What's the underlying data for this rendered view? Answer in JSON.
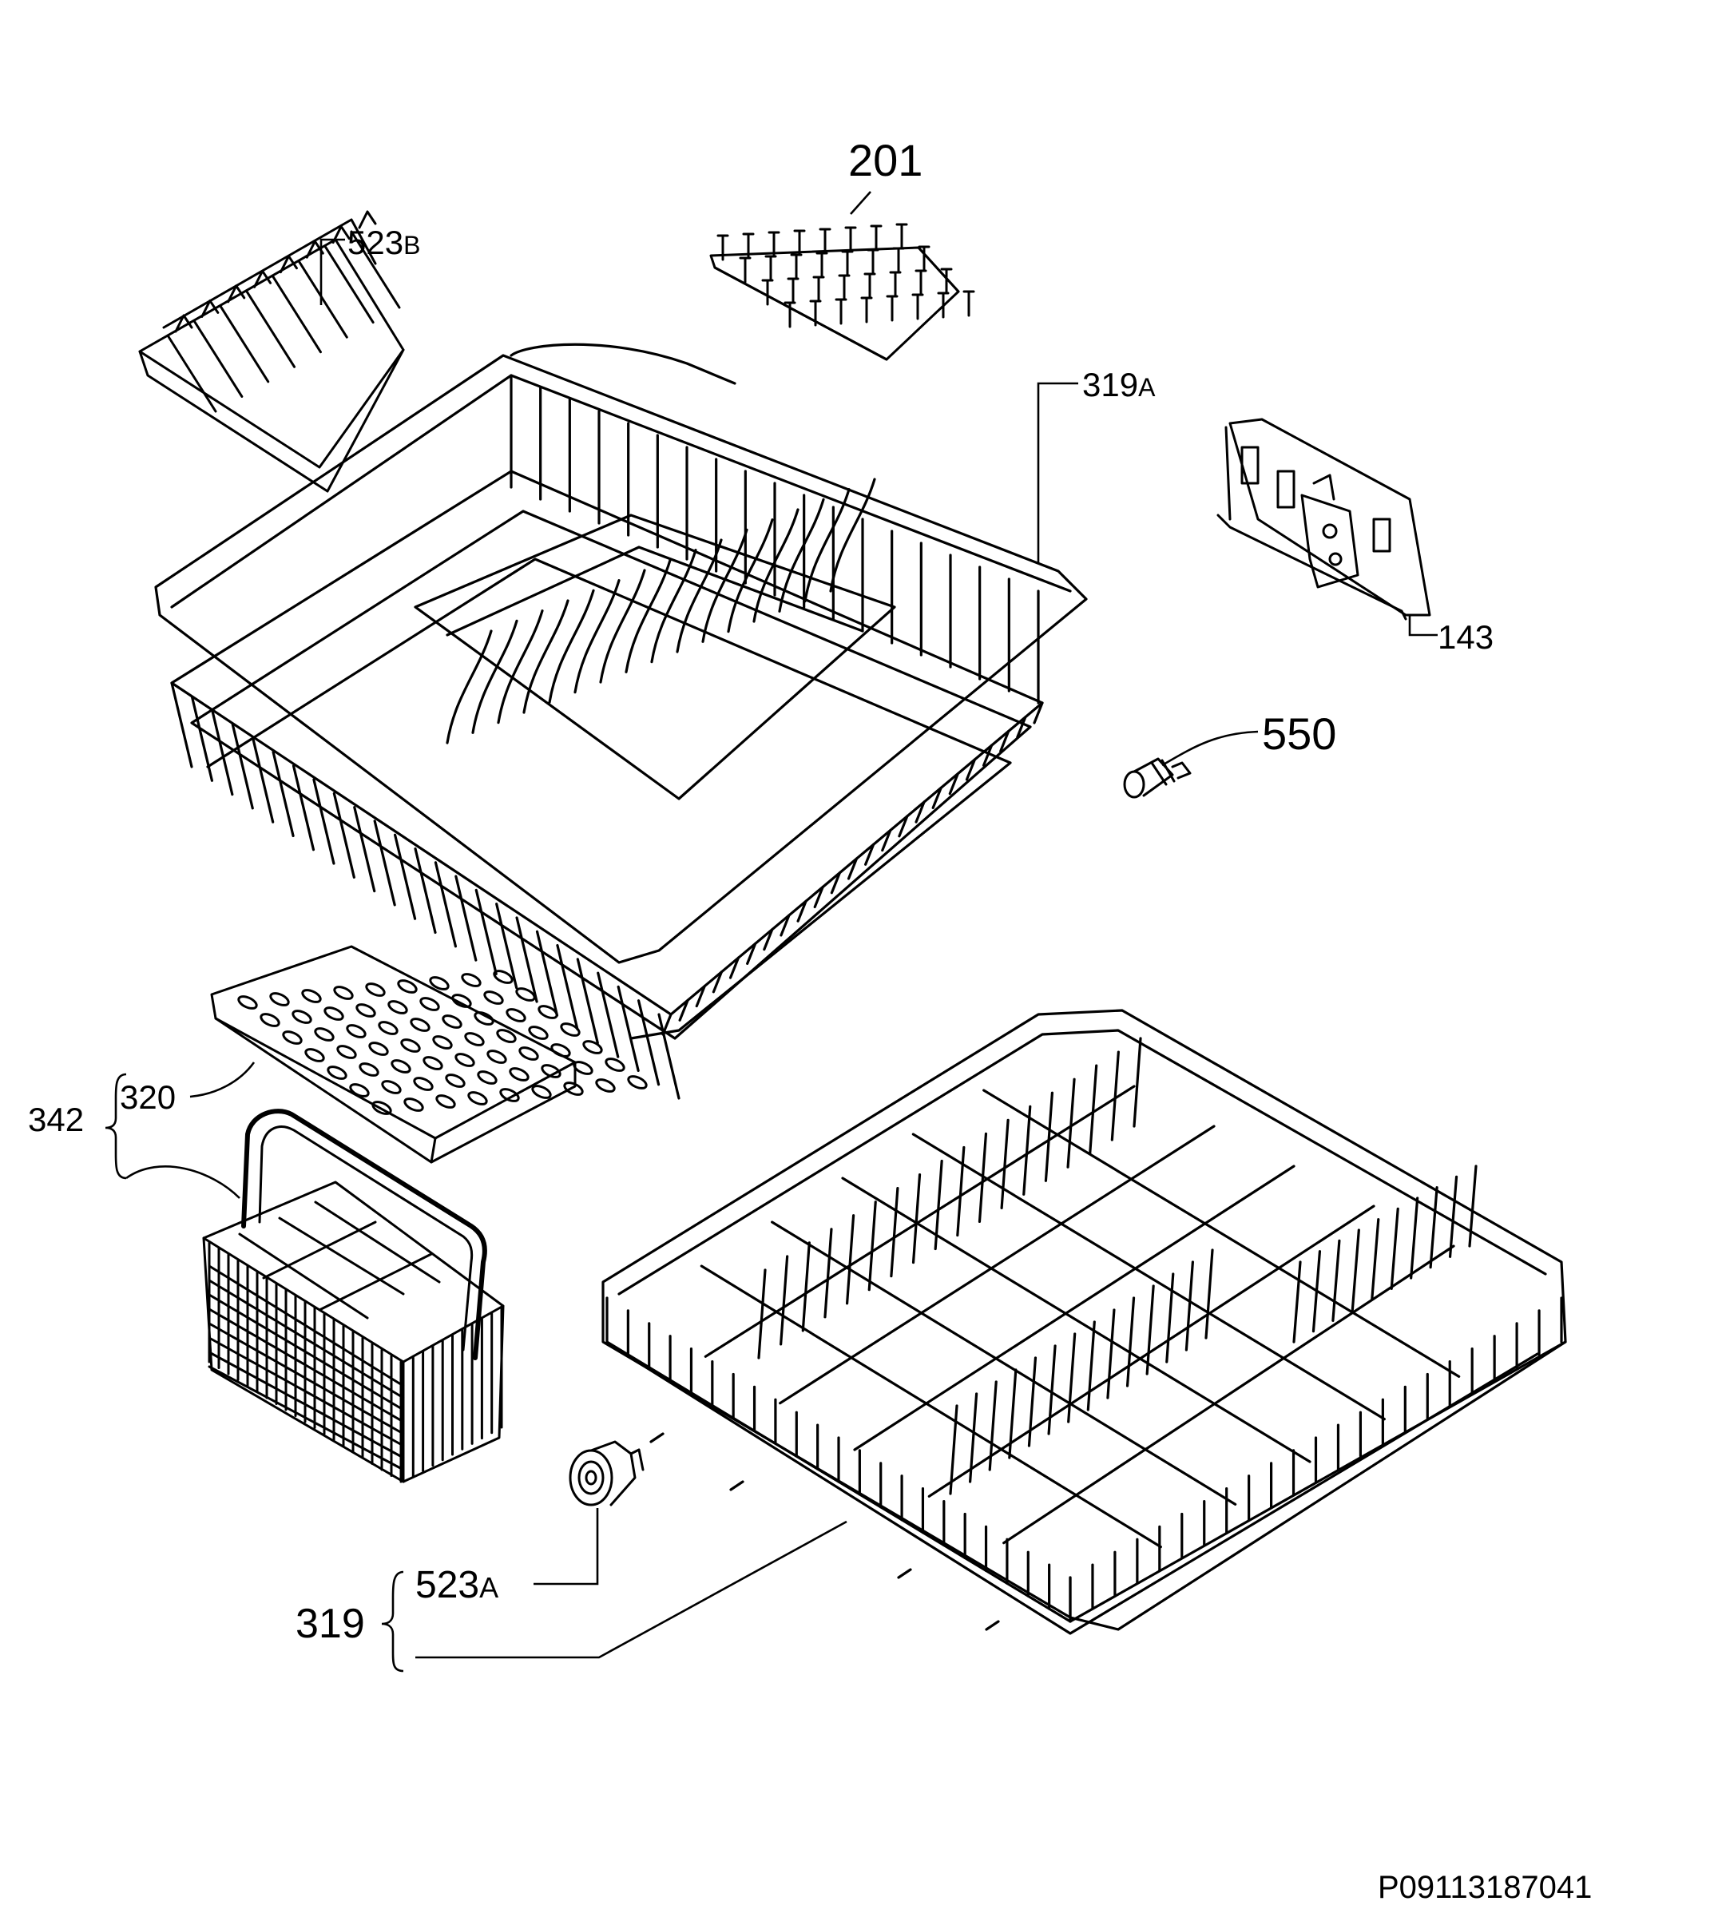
{
  "labels": {
    "p201": "201",
    "p523b_num": "523",
    "p523b_suffix": "B",
    "p319a_num": "319",
    "p319a_suffix": "A",
    "p143": "143",
    "p550": "550",
    "p320": "320",
    "p342": "342",
    "p523a_num": "523",
    "p523a_suffix": "A",
    "p319": "319"
  },
  "drawing_code": "P09113187041",
  "colors": {
    "ink": "#000000",
    "paper": "#ffffff",
    "fill_light": "#f2f2f2"
  }
}
